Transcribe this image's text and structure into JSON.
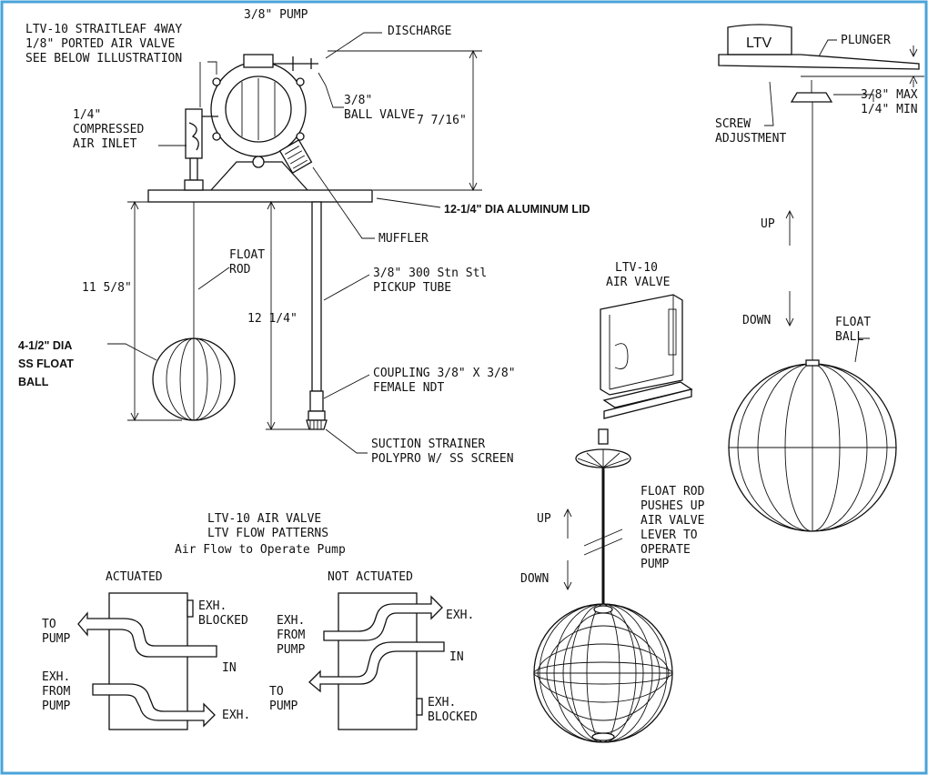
{
  "colors": {
    "border": "#4aa3d9",
    "ink": "#111111",
    "background": "#ffffff"
  },
  "labels": {
    "pump": "3/8\" PUMP",
    "valve_line1": "LTV-10 STRAITLEAF 4WAY",
    "valve_line2": "1/8\" PORTED AIR VALVE",
    "valve_line3": "SEE BELOW ILLUSTRATION",
    "discharge": "DISCHARGE",
    "ball_valve_1": "3/8\"",
    "ball_valve_2": "BALL VALVE",
    "dim_7_7_16": "7 7/16\"",
    "air_inlet_1": "1/4\"",
    "air_inlet_2": "COMPRESSED",
    "air_inlet_3": "AIR INLET",
    "lid": "12-1/4\" DIA ALUMINUM LID",
    "muffler": "MUFFLER",
    "float_rod_1": "FLOAT",
    "float_rod_2": "ROD",
    "dim_11_5_8": "11 5/8\"",
    "dim_12_1_4": "12 1/4\"",
    "pickup_1": "3/8\" 300 Stn Stl",
    "pickup_2": "PICKUP TUBE",
    "ss_ball_1": "4-1/2\" DIA",
    "ss_ball_2": "SS FLOAT",
    "ss_ball_3": "BALL",
    "coupling_1": "COUPLING 3/8\" X 3/8\"",
    "coupling_2": "FEMALE NDT",
    "strainer_1": "SUCTION STRAINER",
    "strainer_2": "POLYPRO W/ SS SCREEN",
    "ltv10_1": "LTV-10",
    "ltv10_2": "AIR VALVE",
    "ltv_box": "LTV",
    "plunger": "PLUNGER",
    "max_min_1": "3/8\" MAX",
    "max_min_2": "1/4\" MIN",
    "screw_1": "SCREW",
    "screw_2": "ADJUSTMENT",
    "up_right": "UP",
    "down_right": "DOWN",
    "float_ball_1": "FLOAT",
    "float_ball_2": "BALL",
    "flow_title_1": "LTV-10 AIR VALVE",
    "flow_title_2": "LTV FLOW PATTERNS",
    "flow_title_3": "Air Flow to Operate Pump",
    "actuated": "ACTUATED",
    "not_actuated": "NOT ACTUATED",
    "a_exh_blocked_1": "EXH.",
    "a_exh_blocked_2": "BLOCKED",
    "a_to_pump_1": "TO",
    "a_to_pump_2": "PUMP",
    "a_in": "IN",
    "a_exh_from_1": "EXH.",
    "a_exh_from_2": "FROM",
    "a_exh_from_3": "PUMP",
    "a_exh": "EXH.",
    "n_exh": "EXH.",
    "n_exh_from_1": "EXH.",
    "n_exh_from_2": "FROM",
    "n_exh_from_3": "PUMP",
    "n_in": "IN",
    "n_to_pump_1": "TO",
    "n_to_pump_2": "PUMP",
    "n_exh_blocked_1": "EXH.",
    "n_exh_blocked_2": "BLOCKED",
    "up_mid": "UP",
    "down_mid": "DOWN",
    "rod_note_1": "FLOAT ROD",
    "rod_note_2": "PUSHES UP",
    "rod_note_3": "AIR VALVE",
    "rod_note_4": "LEVER TO",
    "rod_note_5": "OPERATE",
    "rod_note_6": "PUMP"
  }
}
